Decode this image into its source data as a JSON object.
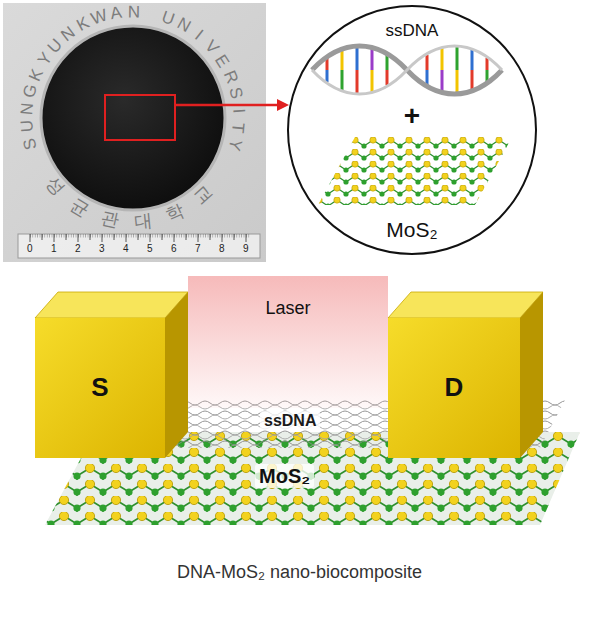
{
  "diagram": {
    "caption": "DNA-MoS₂ nano-biocomposite",
    "nodes": [
      {
        "text": [
          "ssDNA",
          "+",
          "MoS₂"
        ]
      },
      {
        "text": [
          "Laser"
        ]
      },
      {
        "text": [
          "S"
        ]
      },
      {
        "text": [
          "D"
        ]
      }
    ],
    "labels": [
      "SUNGKYUNKWAN UNIVERSITY",
      "성균관대학교",
      "0",
      "1",
      "2",
      "3",
      "4",
      "5",
      "6",
      "7",
      "8",
      "9",
      "ssDNA",
      "MoS₂"
    ]
  }
}
